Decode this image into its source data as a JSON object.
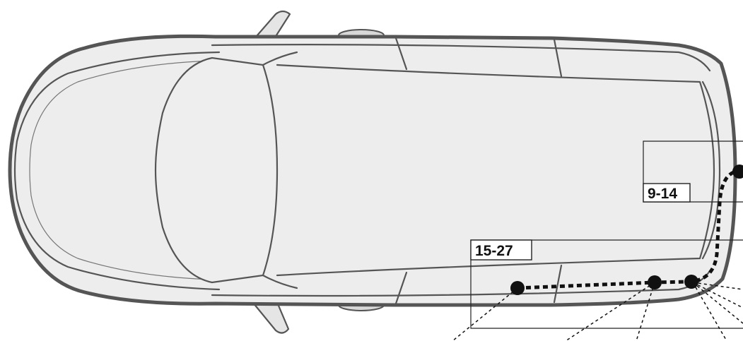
{
  "callouts": [
    {
      "id": "upper",
      "label": "9-14"
    },
    {
      "id": "lower",
      "label": "15-27"
    }
  ],
  "route": {
    "style": "dotted",
    "points_count": 4
  },
  "colors": {
    "car_body": "#ededed",
    "car_outline": "#555555",
    "route": "#111111",
    "label_background": "#ffffff"
  }
}
